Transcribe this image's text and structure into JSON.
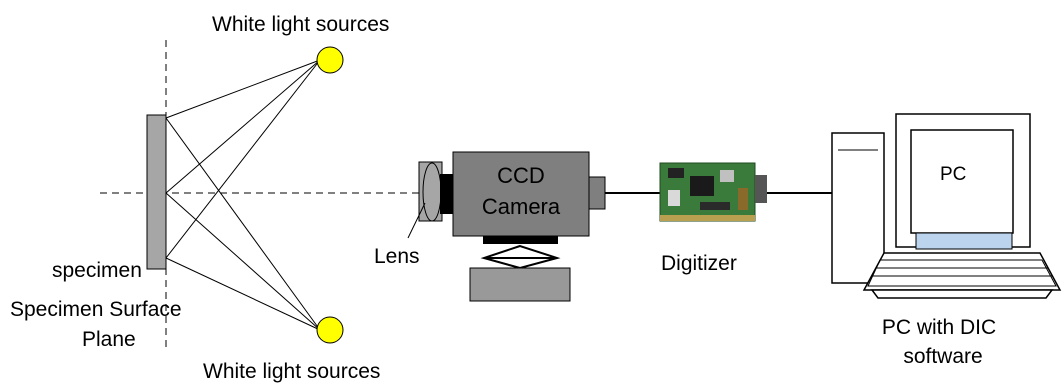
{
  "labels": {
    "light_top": "White light sources",
    "light_bottom": "White light sources",
    "specimen": "specimen",
    "surface_plane_line1": "Specimen Surface",
    "surface_plane_line2": "Plane",
    "lens": "Lens",
    "camera_line1": "CCD",
    "camera_line2": "Camera",
    "digitizer": "Digitizer",
    "pc_screen": "PC",
    "pc_caption_line1": "PC with DIC",
    "pc_caption_line2": "software"
  },
  "colors": {
    "light_source": "#ffff00",
    "specimen": "#a6a6a6",
    "camera_body": "#7f7f7f",
    "camera_mount": "#000000",
    "tripod_base": "#999999",
    "pc_screen": "#bcd4ee",
    "circuit_board": "#3a7a3a"
  },
  "icons": {
    "light_source": "circle-bulb-icon",
    "pc": "desktop-computer-icon",
    "digitizer": "circuit-board-icon"
  }
}
